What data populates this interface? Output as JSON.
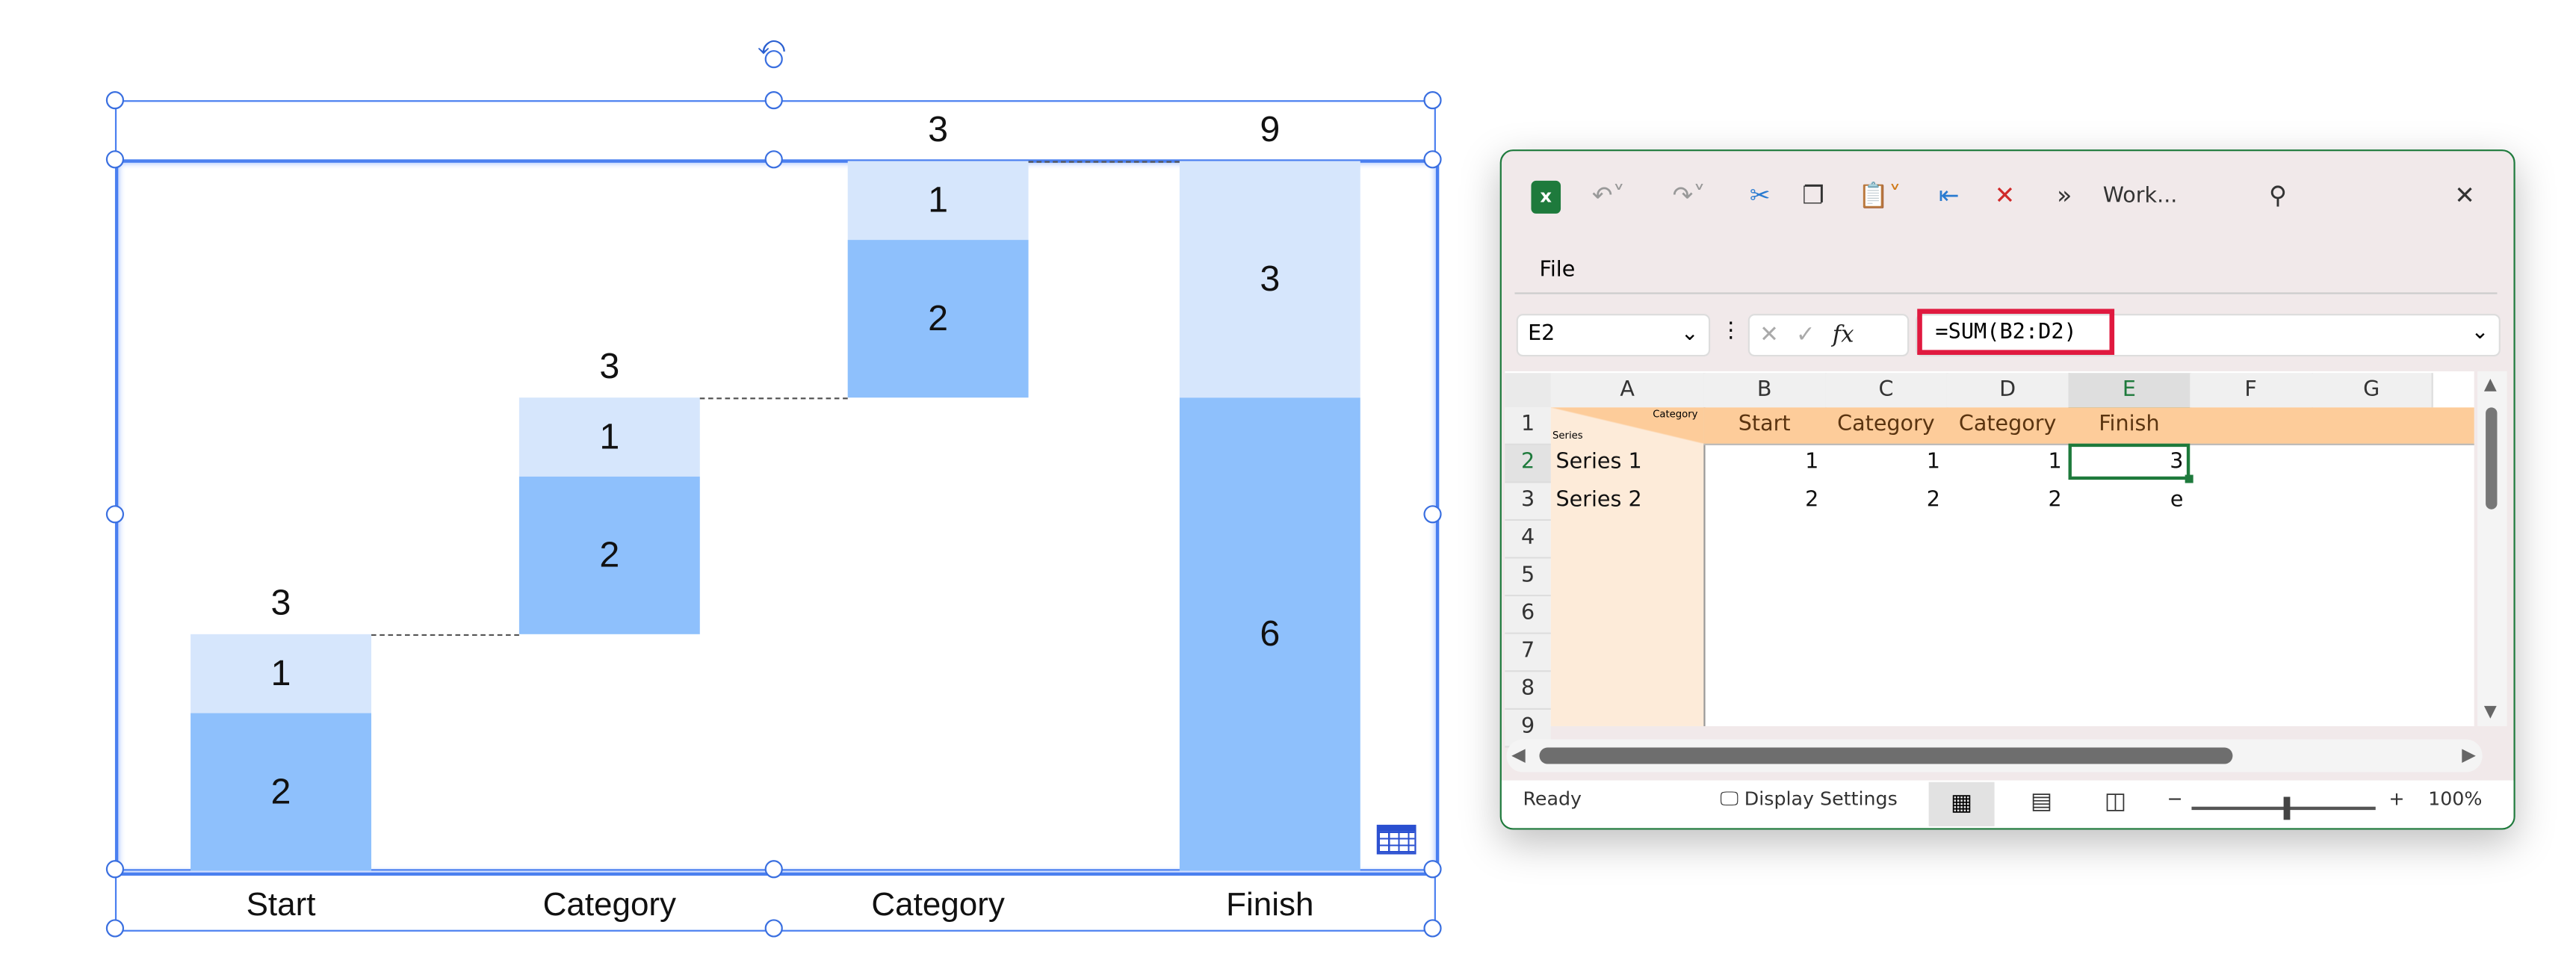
{
  "chart_data": {
    "type": "bar",
    "subtype": "stacked-waterfall",
    "categories": [
      "Start",
      "Category",
      "Category",
      "Finish"
    ],
    "series": [
      {
        "name": "Series 1",
        "values": [
          1,
          1,
          1,
          3
        ],
        "color": "#d6e6fc"
      },
      {
        "name": "Series 2",
        "values": [
          2,
          2,
          2,
          6
        ],
        "color": "#8ec0fc"
      }
    ],
    "base": [
      0,
      3,
      6,
      0
    ],
    "totals": [
      3,
      3,
      3,
      9
    ],
    "ylim": [
      0,
      9
    ],
    "grid": false
  },
  "excel": {
    "toolbar": {
      "title": "Work...",
      "more": "»"
    },
    "menu": {
      "file": "File"
    },
    "name_box": "E2",
    "formula": "=SUM(B2:D2)",
    "fx": "fx",
    "columns": [
      "A",
      "B",
      "C",
      "D",
      "E",
      "F",
      "G"
    ],
    "rows": [
      "1",
      "2",
      "3",
      "4",
      "5",
      "6",
      "7",
      "8",
      "9"
    ],
    "corner": {
      "category": "Category",
      "series": "Series"
    },
    "header_row": [
      "Start",
      "Category",
      "Category",
      "Finish"
    ],
    "data_rows": [
      {
        "label": "Series 1",
        "values": [
          "1",
          "1",
          "1",
          "3"
        ]
      },
      {
        "label": "Series 2",
        "values": [
          "2",
          "2",
          "2",
          "e"
        ]
      }
    ],
    "status": {
      "ready": "Ready",
      "display_settings": "Display Settings",
      "zoom": "100%",
      "minus": "−",
      "plus": "+"
    },
    "colors": {
      "accent": "#1e7a3c",
      "header_fill": "#fdcc9a",
      "label_fill": "#fdebd9",
      "formula_highlight": "#e0193f"
    }
  }
}
